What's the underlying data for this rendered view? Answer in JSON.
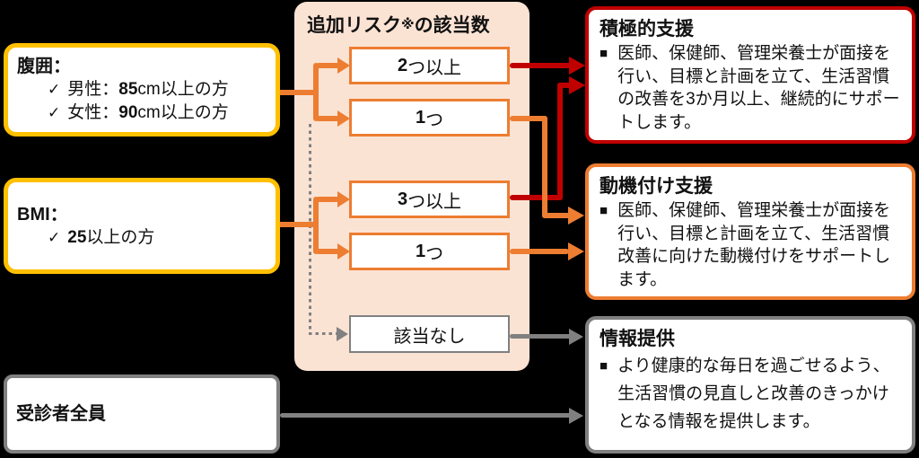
{
  "colors": {
    "yellow": "#FFC000",
    "orange": "#ED7D31",
    "red": "#C00000",
    "gray": "#808080",
    "panel": "#FBE3D4",
    "box_bg": "#FFFFFF",
    "bg": "#000000"
  },
  "left": {
    "waist": {
      "title": "腹囲：",
      "rows": [
        {
          "mark": "✓",
          "label": "男性：",
          "value": "85",
          "suffix": "cm以上の方"
        },
        {
          "mark": "✓",
          "label": "女性：",
          "value": "90",
          "suffix": "cm以上の方"
        }
      ]
    },
    "bmi": {
      "title": "BMI：",
      "rows": [
        {
          "mark": "✓",
          "label": "",
          "value": "25",
          "suffix": "以上の方"
        }
      ]
    },
    "everyone": {
      "title": "受診者全員"
    }
  },
  "risk_panel": {
    "title_pre": "追加リスク",
    "title_mark": "※",
    "title_post": "の該当数",
    "levels": [
      {
        "strong": "2",
        "rest": "つ以上"
      },
      {
        "strong": "1",
        "rest": "つ"
      },
      {
        "strong": "3",
        "rest": "つ以上"
      },
      {
        "strong": "1",
        "rest": "つ"
      },
      {
        "strong": "",
        "rest": "該当なし"
      }
    ]
  },
  "outcomes": {
    "active_support": {
      "title": "積極的支援",
      "bullet": "■",
      "body": "医師、保健師、管理栄養士が面接を行い、目標と計画を立て、生活習慣の改善を3か月以上、継続的にサポートします。"
    },
    "motivational_support": {
      "title": "動機付け支援",
      "bullet": "■",
      "body": "医師、保健師、管理栄養士が面接を行い、目標と計画を立て、生活習慣改善に向けた動機付けをサポートします。"
    },
    "information": {
      "title": "情報提供",
      "bullet": "■",
      "body": "より健康的な毎日を過ごせるよう、生活習慣の見直しと改善のきっかけとなる情報を提供します。"
    }
  }
}
